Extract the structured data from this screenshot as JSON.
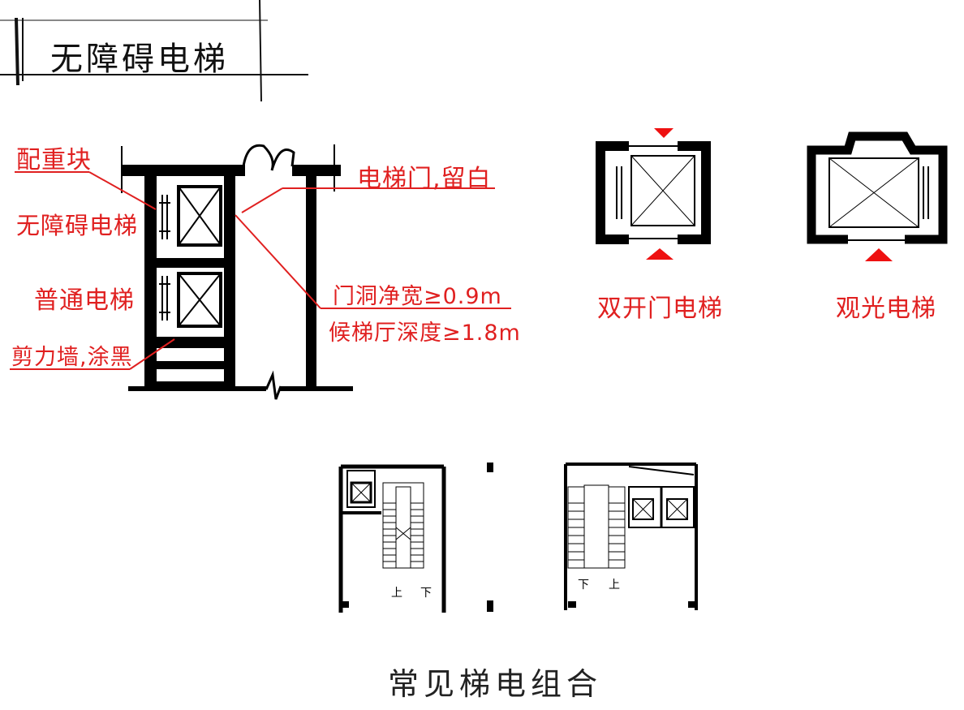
{
  "title": "无障碍电梯",
  "labels": {
    "counterweight": "配重块",
    "accessible_elevator": "无障碍电梯",
    "normal_elevator": "普通电梯",
    "shear_wall": "剪力墙,涂黑",
    "elevator_door": "电梯门,留白",
    "door_width": "门洞净宽≥0.9m",
    "lobby_depth": "候梯厅深度≥1.8m",
    "double_door_elevator": "双开门电梯",
    "sightseeing_elevator": "观光电梯"
  },
  "stairs": {
    "up": "上",
    "down": "下"
  },
  "caption": "常见梯电组合",
  "colors": {
    "annotation": "#e02020",
    "ink": "#111111",
    "arrow": "#ee1111"
  }
}
